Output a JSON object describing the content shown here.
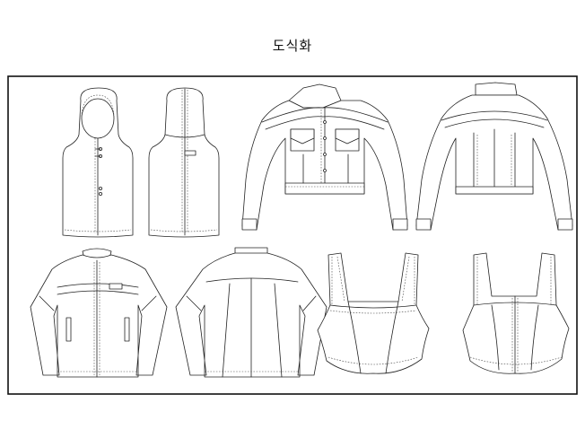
{
  "header": {
    "title": "도식화"
  },
  "colors": {
    "line": "#222222",
    "background": "#ffffff",
    "frame": "#111111"
  },
  "garments": [
    {
      "id": "hooded-vest-front"
    },
    {
      "id": "hooded-vest-back"
    },
    {
      "id": "cropped-shirt-jacket-front"
    },
    {
      "id": "cropped-shirt-jacket-back"
    },
    {
      "id": "zip-jacket-front"
    },
    {
      "id": "zip-jacket-back"
    },
    {
      "id": "square-neck-corset-top-front"
    },
    {
      "id": "square-neck-corset-top-back"
    }
  ]
}
